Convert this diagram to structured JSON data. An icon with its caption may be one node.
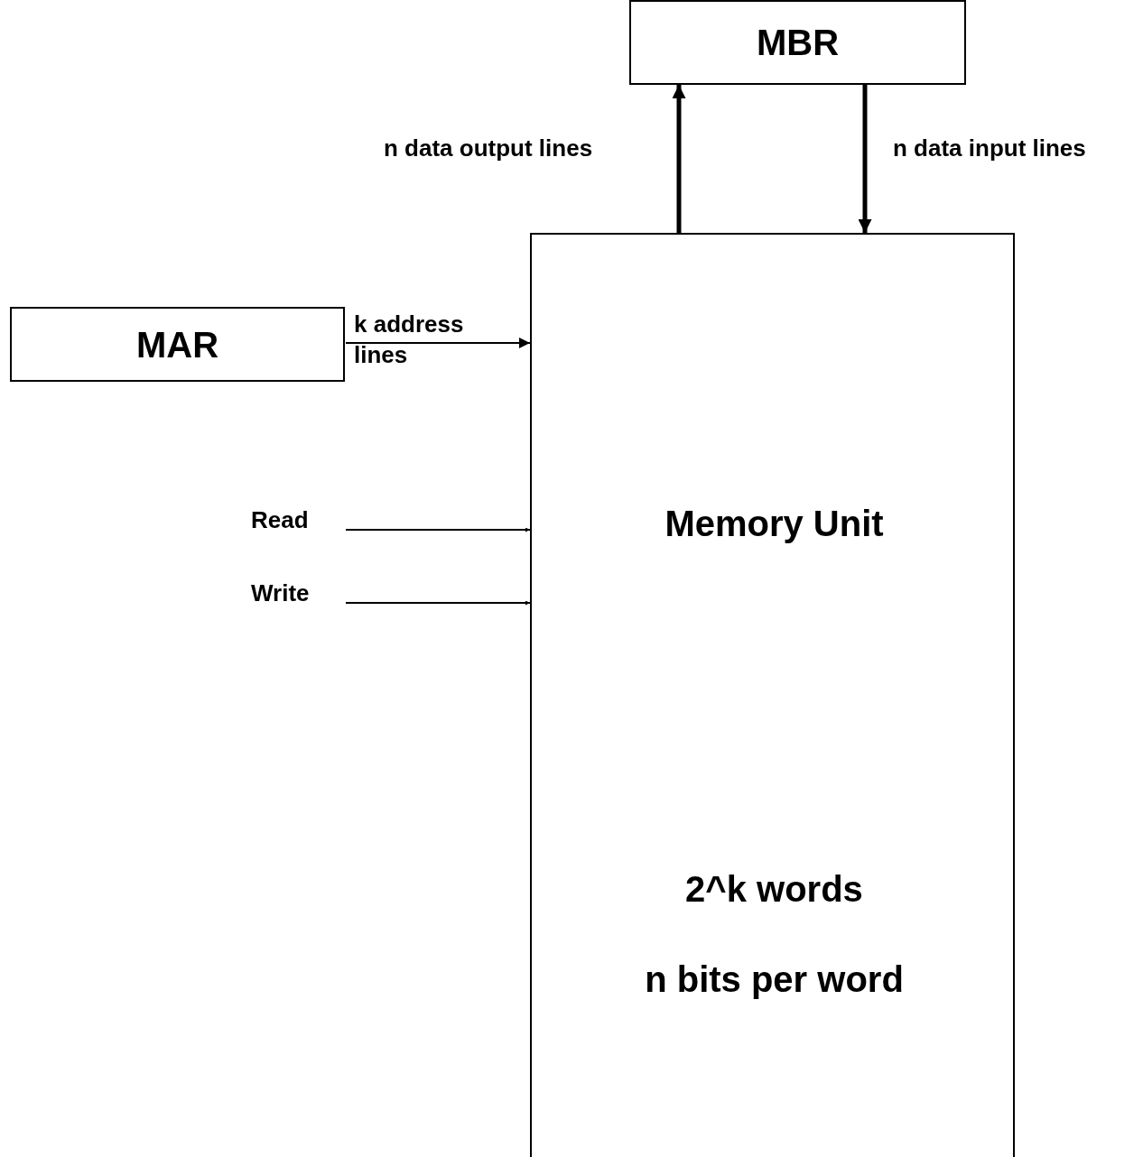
{
  "diagram": {
    "nodes": [
      {
        "text": [
          "MBR"
        ]
      },
      {
        "text": [
          "MAR"
        ]
      },
      {
        "text": [
          "Memory Unit",
          "2^k words",
          "n bits per word"
        ]
      },
      {
        "text": [
          "Read"
        ]
      },
      {
        "text": [
          "Write"
        ]
      }
    ],
    "edges": [
      {
        "from": 2,
        "to": 0,
        "arrow": "to",
        "label": "n data output lines",
        "style": "thick"
      },
      {
        "from": 0,
        "to": 2,
        "arrow": "to",
        "label": "n data input lines",
        "style": "thick"
      },
      {
        "from": 1,
        "to": 2,
        "arrow": "to",
        "label": "k address lines"
      },
      {
        "from": 3,
        "to": 2,
        "arrow": "to"
      },
      {
        "from": 4,
        "to": 2,
        "arrow": "to"
      }
    ]
  }
}
